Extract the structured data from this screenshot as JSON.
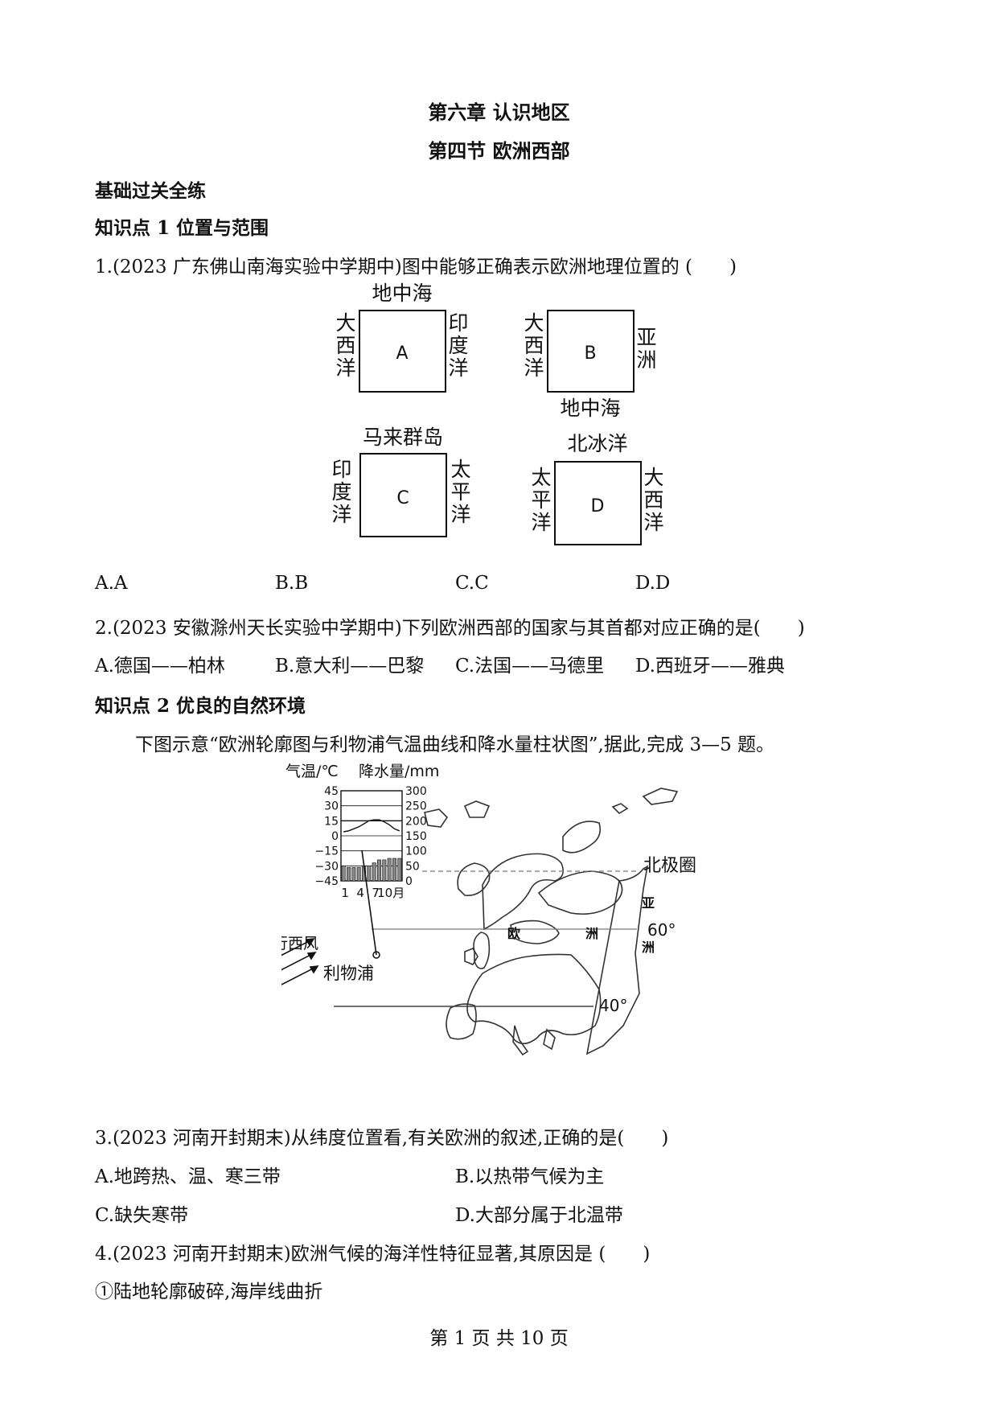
{
  "chapter_title": "第六章 认识地区",
  "section_title": "第四节 欧洲西部",
  "section_heading": "基础过关全练",
  "kp1": "知识点 1 位置与范围",
  "q1": {
    "stem": "1.(2023 广东佛山南海实验中学期中)图中能够正确表示欧洲地理位置的 (",
    "close": ")",
    "figure": {
      "A": {
        "letter": "A",
        "top": "地中海",
        "left": "大西洋",
        "right": "印度洋"
      },
      "B": {
        "letter": "B",
        "bottom": "地中海",
        "left": "大西洋",
        "right": "亚洲"
      },
      "C": {
        "letter": "C",
        "top": "马来群岛",
        "left": "印度洋",
        "right": "太平洋"
      },
      "D": {
        "letter": "D",
        "top": "北冰洋",
        "left": "太平洋",
        "right": "大西洋"
      }
    },
    "options": [
      "A.A",
      "B.B",
      "C.C",
      "D.D"
    ]
  },
  "q2": {
    "stem": "2.(2023 安徽滁州天长实验中学期中)下列欧洲西部的国家与其首都对应正确的是(",
    "close": ")",
    "options": [
      "A.德国——柏林",
      "B.意大利——巴黎",
      "C.法国——马德里",
      "D.西班牙——雅典"
    ]
  },
  "kp2": "知识点 2 优良的自然环境",
  "intro": "下图示意“欧洲轮廓图与利物浦气温曲线和降水量柱状图”,据此,完成 3—5 题。",
  "map": {
    "temp_label": "气温/℃",
    "precip_label": "降水量/mm",
    "temp_ticks": [
      "45",
      "30",
      "15",
      "0",
      "−15",
      "−30",
      "−45"
    ],
    "precip_ticks": [
      "300",
      "250",
      "200",
      "150",
      "100",
      "50",
      "0"
    ],
    "month_ticks": [
      "1",
      "4",
      "7",
      "10月"
    ],
    "arctic_circle": "北极圈",
    "lat60": "60°",
    "lat40": "40°",
    "westerlies": "盛行西风",
    "city": "利物浦",
    "europe_1": "欧",
    "europe_2": "洲",
    "asia_1": "亚",
    "asia_2": "洲"
  },
  "chart_data": {
    "type": "bar",
    "categories": [
      "1",
      "2",
      "3",
      "4",
      "5",
      "6",
      "7",
      "8",
      "9",
      "10",
      "11",
      "12"
    ],
    "series": [
      {
        "values": [
          50,
          45,
          45,
          45,
          50,
          50,
          60,
          70,
          70,
          75,
          75,
          75
        ]
      },
      {
        "values": [
          4,
          5,
          7,
          9,
          12,
          15,
          16,
          16,
          14,
          11,
          7,
          5
        ]
      }
    ],
    "ylim": [
      0,
      300
    ],
    "y2lim": [
      -45,
      45
    ]
  },
  "q3": {
    "stem": "3.(2023 河南开封期末)从纬度位置看,有关欧洲的叙述,正确的是(",
    "close": ")",
    "options": [
      "A.地跨热、温、寒三带",
      "B.以热带气候为主",
      "C.缺失寒带",
      "D.大部分属于北温带"
    ]
  },
  "q4": {
    "stem": "4.(2023 河南开封期末)欧洲气候的海洋性特征显著,其原因是 (",
    "close": ")",
    "item1": "①陆地轮廓破碎,海岸线曲折"
  },
  "footer": "第 1 页 共 10 页"
}
